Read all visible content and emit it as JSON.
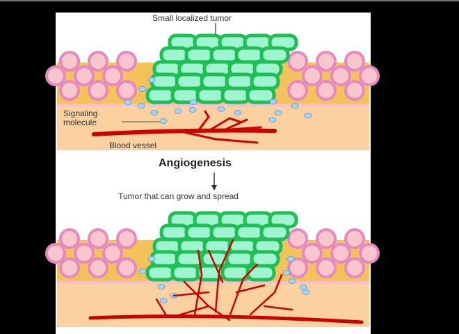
{
  "labels": {
    "top_tumor": "Small localized tumor",
    "signaling_line1": "Signaling",
    "signaling_line2": "molecule",
    "blood_vessel": "Blood vessel",
    "process": "Angiogenesis",
    "bottom_tumor": "Tumor that can grow and spread"
  },
  "colors": {
    "tumor_outline": "#1fbf55",
    "tumor_fill": "#9ff5cf",
    "normal_cell_outline": "#e58ac0",
    "normal_cell_fill": "#f8c6cc",
    "stroma": "#fcd1a0",
    "vessel": "#cc0000",
    "molecule": "#a9d3f2"
  }
}
